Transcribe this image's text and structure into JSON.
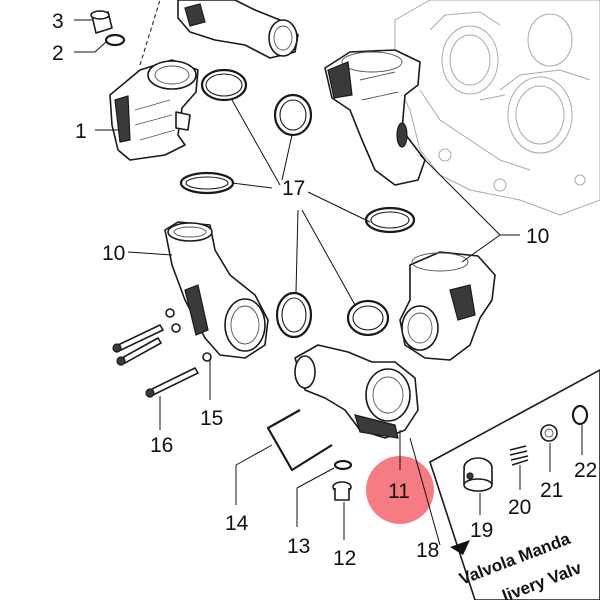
{
  "diagram": {
    "callouts": [
      "3",
      "2",
      "1",
      "17",
      "10",
      "10",
      "15",
      "16",
      "14",
      "13",
      "12",
      "11",
      "18",
      "19",
      "20",
      "21",
      "22"
    ],
    "label_box": {
      "line1": "Valvola Manda",
      "line2": "livery Valv"
    },
    "colors": {
      "highlight": "#f47c82",
      "ink": "#1a1a1a",
      "block": "#aaaaaa"
    }
  }
}
